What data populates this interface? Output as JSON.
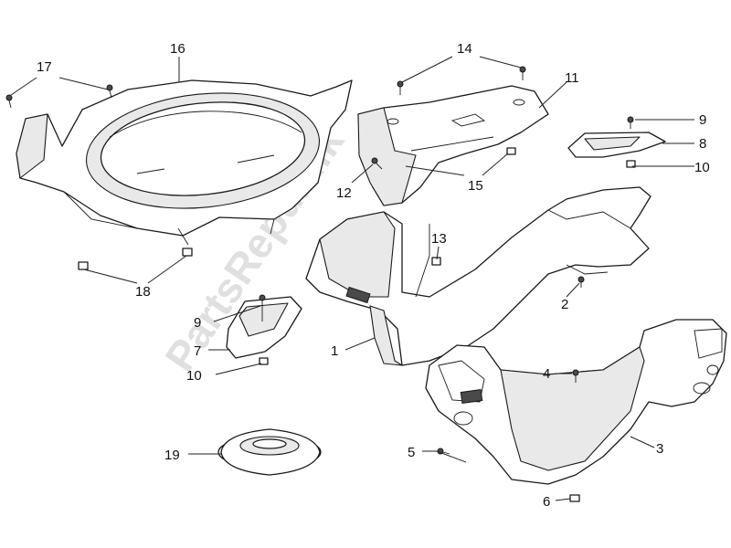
{
  "watermark": "PartsRepublik",
  "callouts": [
    {
      "id": "c1",
      "number": "1"
    },
    {
      "id": "c2",
      "number": "2"
    },
    {
      "id": "c3",
      "number": "3"
    },
    {
      "id": "c4",
      "number": "4"
    },
    {
      "id": "c5",
      "number": "5"
    },
    {
      "id": "c6",
      "number": "6"
    },
    {
      "id": "c7",
      "number": "7"
    },
    {
      "id": "c8",
      "number": "8"
    },
    {
      "id": "c9a",
      "number": "9"
    },
    {
      "id": "c9b",
      "number": "9"
    },
    {
      "id": "c10a",
      "number": "10"
    },
    {
      "id": "c10b",
      "number": "10"
    },
    {
      "id": "c11",
      "number": "11"
    },
    {
      "id": "c12",
      "number": "12"
    },
    {
      "id": "c13",
      "number": "13"
    },
    {
      "id": "c14",
      "number": "14"
    },
    {
      "id": "c15",
      "number": "15"
    },
    {
      "id": "c16",
      "number": "16"
    },
    {
      "id": "c17",
      "number": "17"
    },
    {
      "id": "c18",
      "number": "18"
    },
    {
      "id": "c19",
      "number": "19"
    }
  ]
}
